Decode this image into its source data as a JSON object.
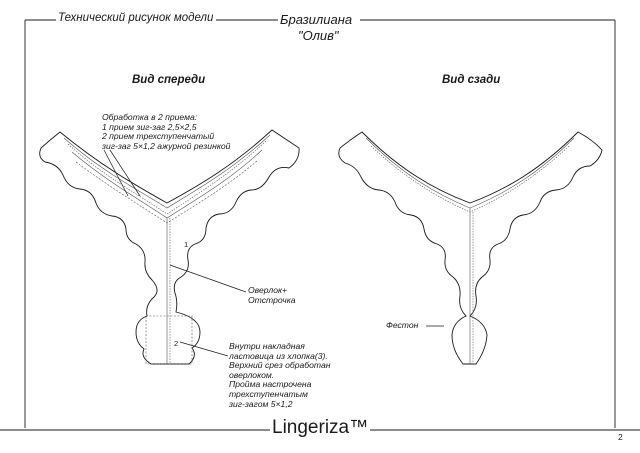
{
  "header": {
    "title": "Технический рисунок модели",
    "model_name": "Бразилиана",
    "model_subtitle": "\"Олив\""
  },
  "views": {
    "front_label": "Вид спереди",
    "back_label": "Вид сзади"
  },
  "annotations": {
    "edge_finish": [
      "Обработка в 2 приема:",
      "1 прием зиг-заг 2,5×2,5",
      "2 прием трехступенчатый",
      "зиг-заг 5×1,2 ажурной резинкой"
    ],
    "seam": [
      "Оверлок+",
      "Отстрочка"
    ],
    "gusset": [
      "Внутри накладная",
      "ластовица из хлопка(3).",
      "Верхний срез обработан",
      "оверлоком.",
      "Пройма настрочена",
      "трехступенчатым",
      "зиг-загом 5×1,2"
    ],
    "scallop": "Фестон"
  },
  "part_numbers": {
    "part_1": "1",
    "part_2": "2"
  },
  "footer": {
    "brand": "Lingeriza™",
    "page": "2"
  },
  "colors": {
    "line": "#1a1a1a",
    "stitch": "#555555",
    "paper": "#ffffff"
  }
}
